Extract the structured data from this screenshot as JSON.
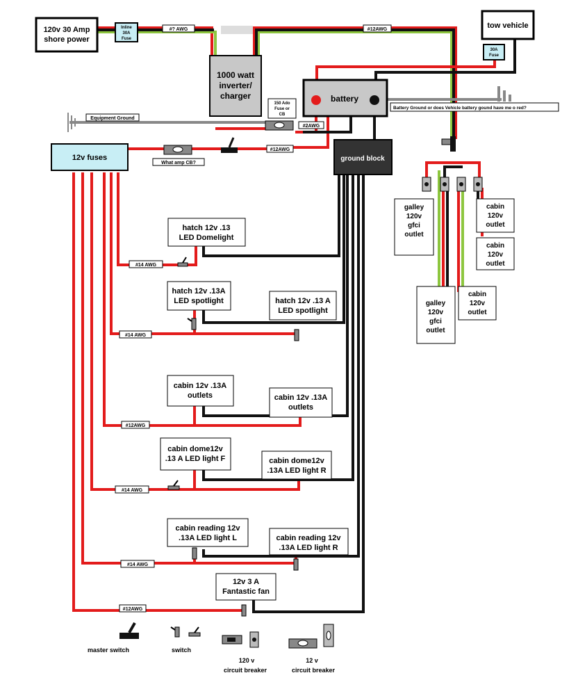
{
  "shore_power": [
    "120v 30 Amp",
    "shore power"
  ],
  "inline_fuse": [
    "Inline",
    "30A",
    "Fuse"
  ],
  "awg_unknown": "#? AWG",
  "awg_12_top": "#12AWG",
  "tow_vehicle": "tow vehicle",
  "tow_fuse": [
    "30A",
    "Fuse"
  ],
  "inverter": [
    "1000 watt",
    "inverter/",
    "charger"
  ],
  "battery": "battery",
  "fuse_150": [
    "150 Ado",
    "Fuse or",
    "CB"
  ],
  "awg_2": "#2AWG",
  "equipment_ground": "Equipment Ground",
  "battery_ground_note": "Battery Ground or does Vehicle battery gound have me o     red?",
  "fuses_12v": "12v fuses",
  "what_amp_cb": "What amp CB?",
  "awg_12_mid": "#12AWG",
  "ground_block": "ground block",
  "galley_outlet_1": [
    "galley",
    "120v",
    "gfci",
    "outlet"
  ],
  "cabin_outlet_1": [
    "cabin",
    "120v",
    "outlet"
  ],
  "cabin_outlet_2": [
    "cabin",
    "120v",
    "outlet"
  ],
  "galley_outlet_2": [
    "galley",
    "120v",
    "gfci",
    "outlet"
  ],
  "cabin_outlet_3": [
    "cabin",
    "120v",
    "outlet"
  ],
  "hatch_dome": [
    "hatch 12v .13",
    "LED Domelight"
  ],
  "awg_14_a": "#14 AWG",
  "hatch_spot_l": [
    "hatch 12v .13A",
    "LED spotlight"
  ],
  "hatch_spot_r": [
    "hatch 12v .13 A",
    "LED spotlight"
  ],
  "awg_14_b": "#14 AWG",
  "cabin_outlets_l": [
    "cabin 12v .13A",
    "outlets"
  ],
  "cabin_outlets_r": [
    "cabin 12v .13A",
    "outlets"
  ],
  "awg_12_c": "#12AWG",
  "cabin_dome_f": [
    "cabin dome12v",
    ".13 A LED light F"
  ],
  "cabin_dome_r": [
    "cabin dome12v",
    ".13A LED light R"
  ],
  "awg_14_c": "#14 AWG",
  "reading_l": [
    "cabin reading 12v",
    ".13A LED light L"
  ],
  "reading_r": [
    "cabin reading 12v",
    ".13A LED light R"
  ],
  "awg_14_d": "#14 AWG",
  "fan": [
    "12v 3 A",
    "Fantastic fan"
  ],
  "awg_12_e": "#12AWG",
  "legend": {
    "master_switch": "master switch",
    "switch": "switch",
    "cb_120": [
      "120 v",
      "circuit breaker"
    ],
    "cb_12": [
      "12 v",
      "circuit breaker"
    ]
  },
  "colors": {
    "hot": "#e31b1b",
    "neutral": "#111111",
    "ground": "#8dc63f",
    "fuse_fill": "#c8eef5"
  }
}
